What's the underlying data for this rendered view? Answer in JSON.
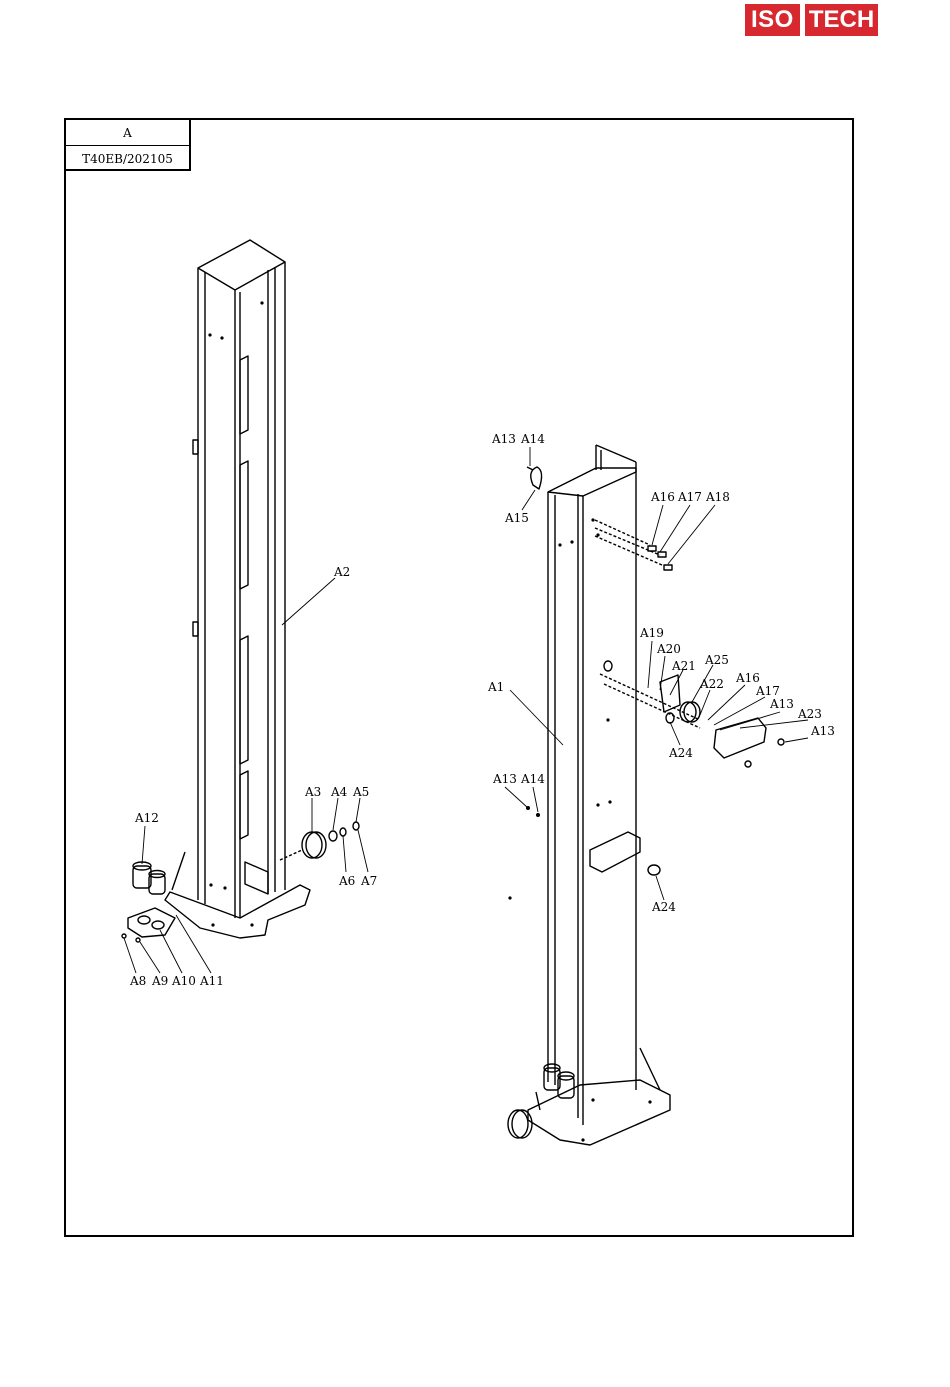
{
  "brand": {
    "part1": "ISO",
    "part2": "TECH",
    "color": "#d7282f"
  },
  "title_block": {
    "row1": "A",
    "row2": "T40EB/202105"
  },
  "labels": {
    "a1": "A1",
    "a2": "A2",
    "a3": "A3",
    "a4": "A4",
    "a5": "A5",
    "a6": "A6",
    "a7": "A7",
    "a8": "A8",
    "a9": "A9",
    "a10": "A10",
    "a11": "A11",
    "a12": "A12",
    "a13": "A13",
    "a14": "A14",
    "a15": "A15",
    "a16": "A16",
    "a17": "A17",
    "a18": "A18",
    "a19": "A19",
    "a20": "A20",
    "a21": "A21",
    "a22": "A22",
    "a23": "A23",
    "a24": "A24",
    "a25": "A25"
  }
}
